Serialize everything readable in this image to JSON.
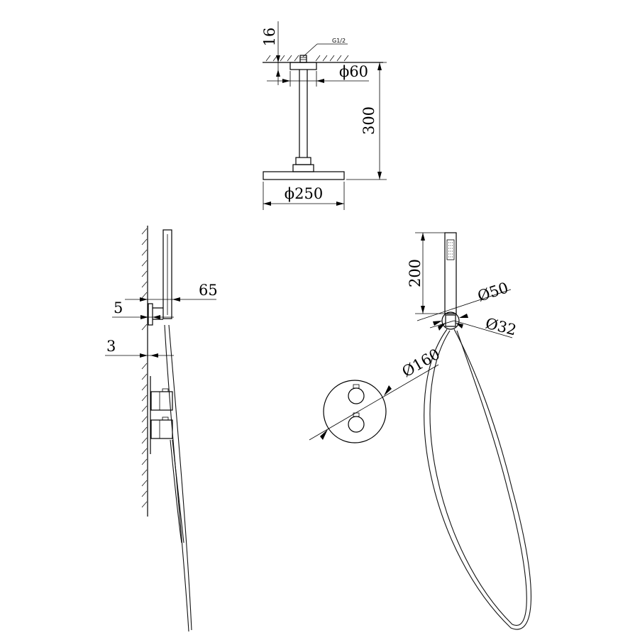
{
  "dimensions": {
    "ceiling_gap": "16",
    "thread": "G1/2",
    "flange_dia": "ϕ60",
    "arm_length": "300",
    "head_dia": "ϕ250",
    "handshower_depth": "65",
    "bracket_offset": "5",
    "plate_thickness": "3",
    "handle_length": "200",
    "holder_outer_dia": "Ø50",
    "holder_inner_dia": "Ø32",
    "plate_dia": "Ø160"
  }
}
